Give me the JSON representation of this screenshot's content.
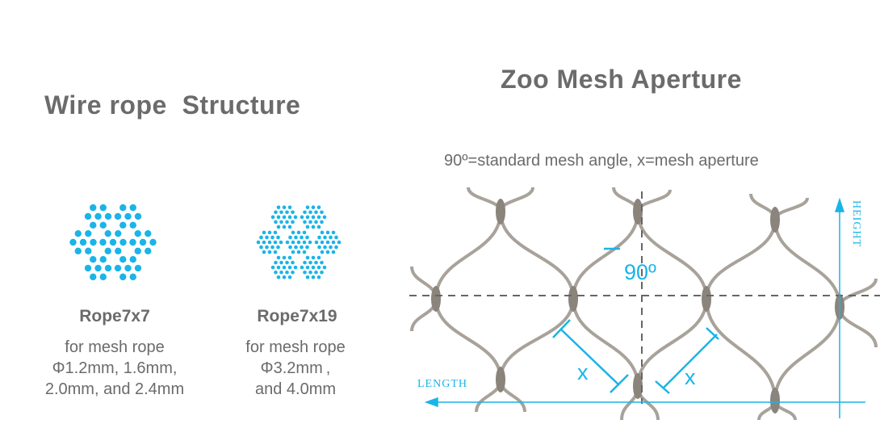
{
  "left": {
    "title": "Wire rope  Structure",
    "ropes": [
      {
        "name": "Rope7x7",
        "desc_lines": [
          "for mesh rope",
          "Φ1.2mm, 1.6mm,",
          "2.0mm, and 2.4mm"
        ],
        "strand_wires": 7
      },
      {
        "name": "Rope7x19",
        "desc_lines": [
          "for mesh rope",
          "Φ3.2mm ,",
          "and 4.0mm"
        ],
        "strand_wires": 19
      }
    ]
  },
  "right": {
    "title": "Zoo Mesh Aperture",
    "subtitle": "90º=standard mesh angle, x=mesh aperture",
    "angle_label": "90º",
    "aperture_label": "x",
    "length_label": "LENGTH",
    "height_label": "HEIGHT"
  },
  "colors": {
    "accent": "#1ab4e8",
    "text": "#6b6b6b",
    "wire": "#a8a29a",
    "dash": "#666666"
  }
}
